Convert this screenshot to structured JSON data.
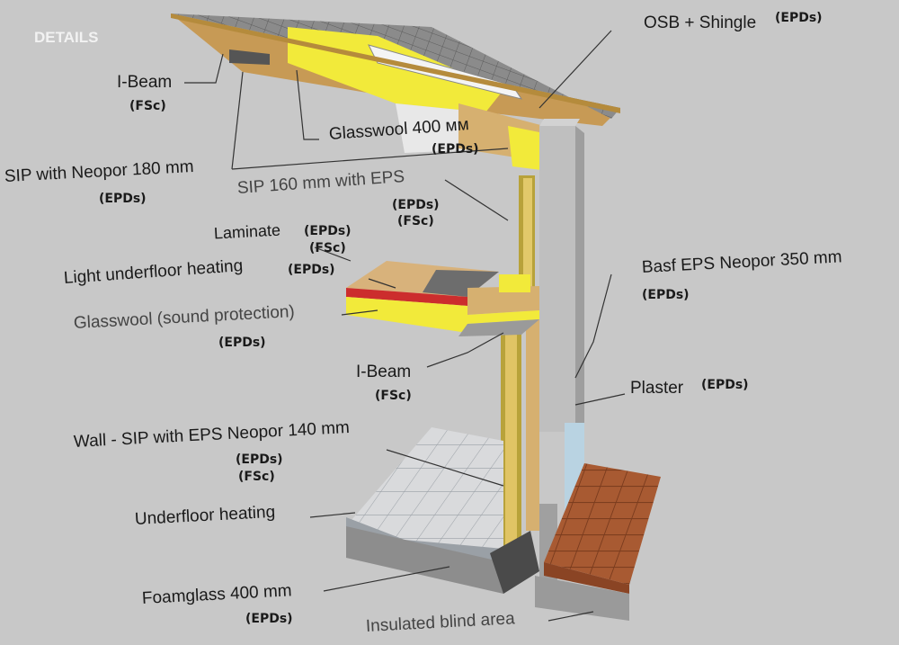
{
  "header": {
    "title": "DETAILS"
  },
  "labels": {
    "osb_shingle": "OSB + Shingle",
    "osb_shingle_tag": "(EPDs)",
    "i_beam_top": "I-Beam",
    "i_beam_top_tag": "(FSc)",
    "glasswool_400": "Glasswool 400 мм",
    "glasswool_400_tag": "(EPDs)",
    "sip_neopor_180": "SIP with Neopor 180 mm",
    "sip_neopor_180_tag": "(EPDs)",
    "sip_160_eps": "SIP 160 mm with EPS",
    "sip_160_eps_tag1": "(EPDs)",
    "sip_160_eps_tag2": "(FSc)",
    "laminate": "Laminate",
    "laminate_tag1": "(EPDs)",
    "laminate_tag2": "(FSc)",
    "light_underfloor": "Light underfloor heating",
    "light_underfloor_tag": "(EPDs)",
    "glasswool_sound": "Glasswool (sound protection)",
    "glasswool_sound_tag": "(EPDs)",
    "basf_eps": "Basf EPS Neopor 350 mm",
    "basf_eps_tag": "(EPDs)",
    "i_beam_mid": "I-Beam",
    "i_beam_mid_tag": "(FSc)",
    "plaster": "Plaster",
    "plaster_tag": "(EPDs)",
    "wall_sip": "Wall - SIP with EPS Neopor 140 mm",
    "wall_sip_tag1": "(EPDs)",
    "wall_sip_tag2": "(FSc)",
    "underfloor_heating": "Underfloor heating",
    "foamglass": "Foamglass 400 mm",
    "foamglass_tag": "(EPDs)",
    "insulated_blind": "Insulated blind area"
  }
}
